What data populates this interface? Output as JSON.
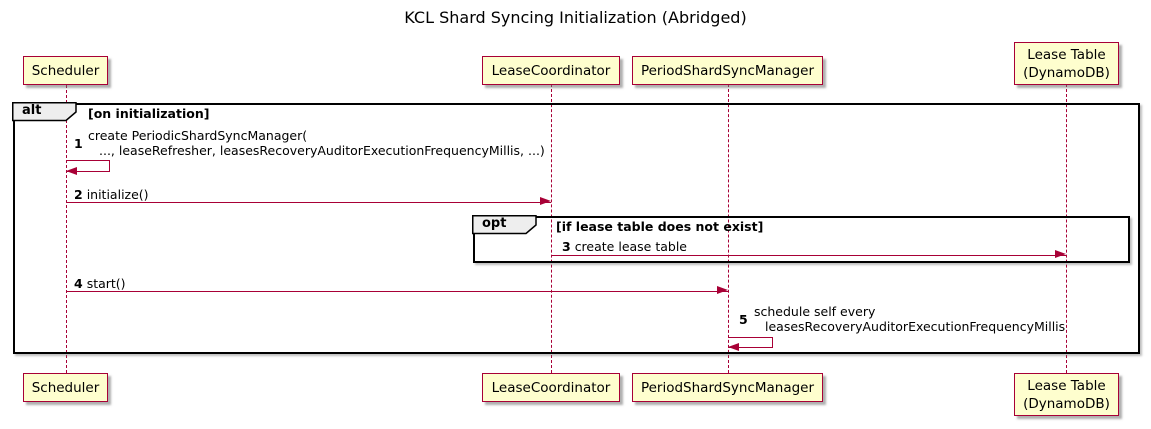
{
  "title": "KCL Shard Syncing Initialization (Abridged)",
  "colors": {
    "participant_fill": "#FEFECE",
    "participant_border": "#A80036",
    "lifeline": "#A80036",
    "arrow": "#A80036",
    "frame_border": "#000000",
    "frame_label_fill": "#EEEEEE",
    "background": "#FFFFFF"
  },
  "participants": [
    {
      "id": "scheduler",
      "lines": [
        "Scheduler"
      ]
    },
    {
      "id": "lease-coordinator",
      "lines": [
        "LeaseCoordinator"
      ]
    },
    {
      "id": "period-shard-sync-manager",
      "lines": [
        "PeriodShardSyncManager"
      ]
    },
    {
      "id": "lease-table",
      "lines": [
        "Lease Table",
        "(DynamoDB)"
      ]
    }
  ],
  "frames": {
    "alt": {
      "label": "alt",
      "condition": "[on initialization]"
    },
    "opt": {
      "label": "opt",
      "condition": "[if lease table does not exist]"
    }
  },
  "messages": [
    {
      "num": "1",
      "from": "scheduler",
      "to": "scheduler",
      "lines": [
        "create PeriodicShardSyncManager(",
        "..., leaseRefresher, leasesRecoveryAuditorExecutionFrequencyMillis, ...)"
      ]
    },
    {
      "num": "2",
      "from": "scheduler",
      "to": "lease-coordinator",
      "text": "initialize()"
    },
    {
      "num": "3",
      "from": "lease-coordinator",
      "to": "lease-table",
      "text": "create lease table"
    },
    {
      "num": "4",
      "from": "scheduler",
      "to": "period-shard-sync-manager",
      "text": "start()"
    },
    {
      "num": "5",
      "from": "period-shard-sync-manager",
      "to": "period-shard-sync-manager",
      "lines": [
        "schedule self every",
        "leasesRecoveryAuditorExecutionFrequencyMillis"
      ]
    }
  ]
}
